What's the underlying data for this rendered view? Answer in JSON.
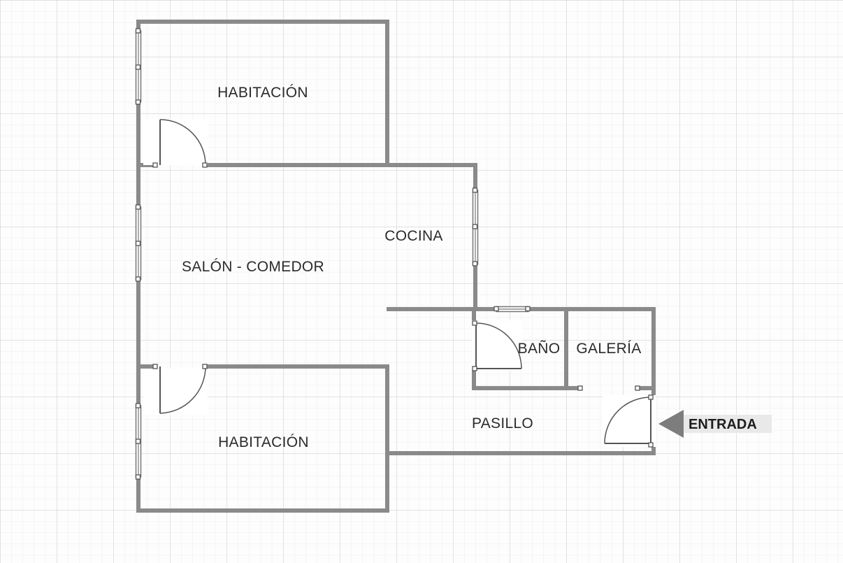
{
  "plan": {
    "rooms": {
      "habitacion_top": "HABITACIÓN",
      "salon_comedor": "SALÓN - COMEDOR",
      "cocina": "COCINA",
      "bano": "BAÑO",
      "galeria": "GALERÍA",
      "pasillo": "PASILLO",
      "habitacion_bottom": "HABITACIÓN"
    },
    "entrance": {
      "label": "ENTRADA",
      "icon": "arrow-left-icon"
    }
  },
  "colors": {
    "wall": "#8a8a8a",
    "grid_minor": "#e6e6e6",
    "grid_major": "#cfcfcf",
    "arrow": "#7d7d7d",
    "background": "#fdfdfd"
  }
}
